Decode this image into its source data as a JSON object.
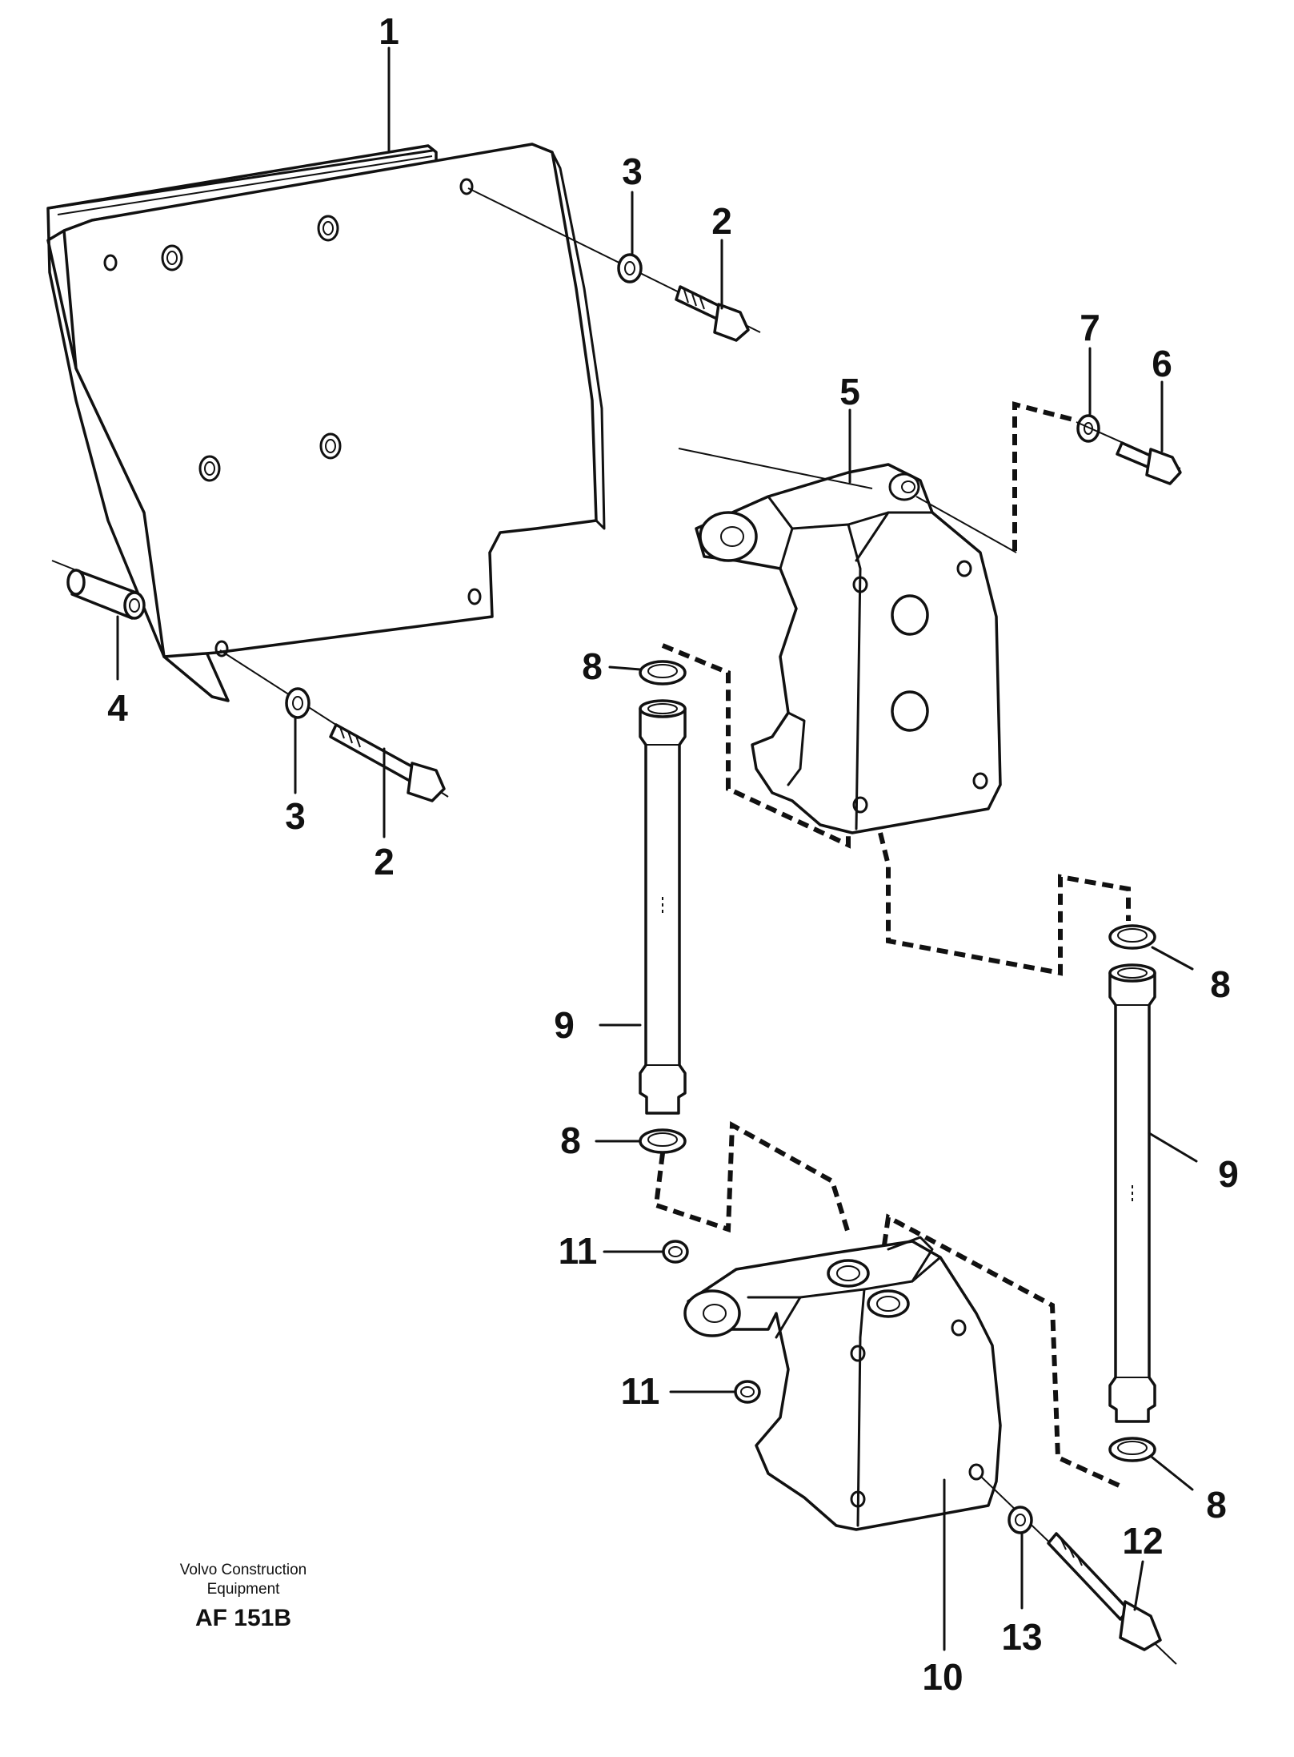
{
  "callouts": {
    "c1": "1",
    "c2a": "2",
    "c3a": "3",
    "c4": "4",
    "c3b": "3",
    "c2b": "2",
    "c5": "5",
    "c7": "7",
    "c6": "6",
    "c8a": "8",
    "c8b": "8",
    "c8c": "8",
    "c8d": "8",
    "c9a": "9",
    "c9b": "9",
    "c11a": "11",
    "c11b": "11",
    "c10": "10",
    "c13": "13",
    "c12": "12"
  },
  "footer": {
    "line1": "Volvo Construction",
    "line2": "Equipment",
    "code": "AF 151B"
  }
}
